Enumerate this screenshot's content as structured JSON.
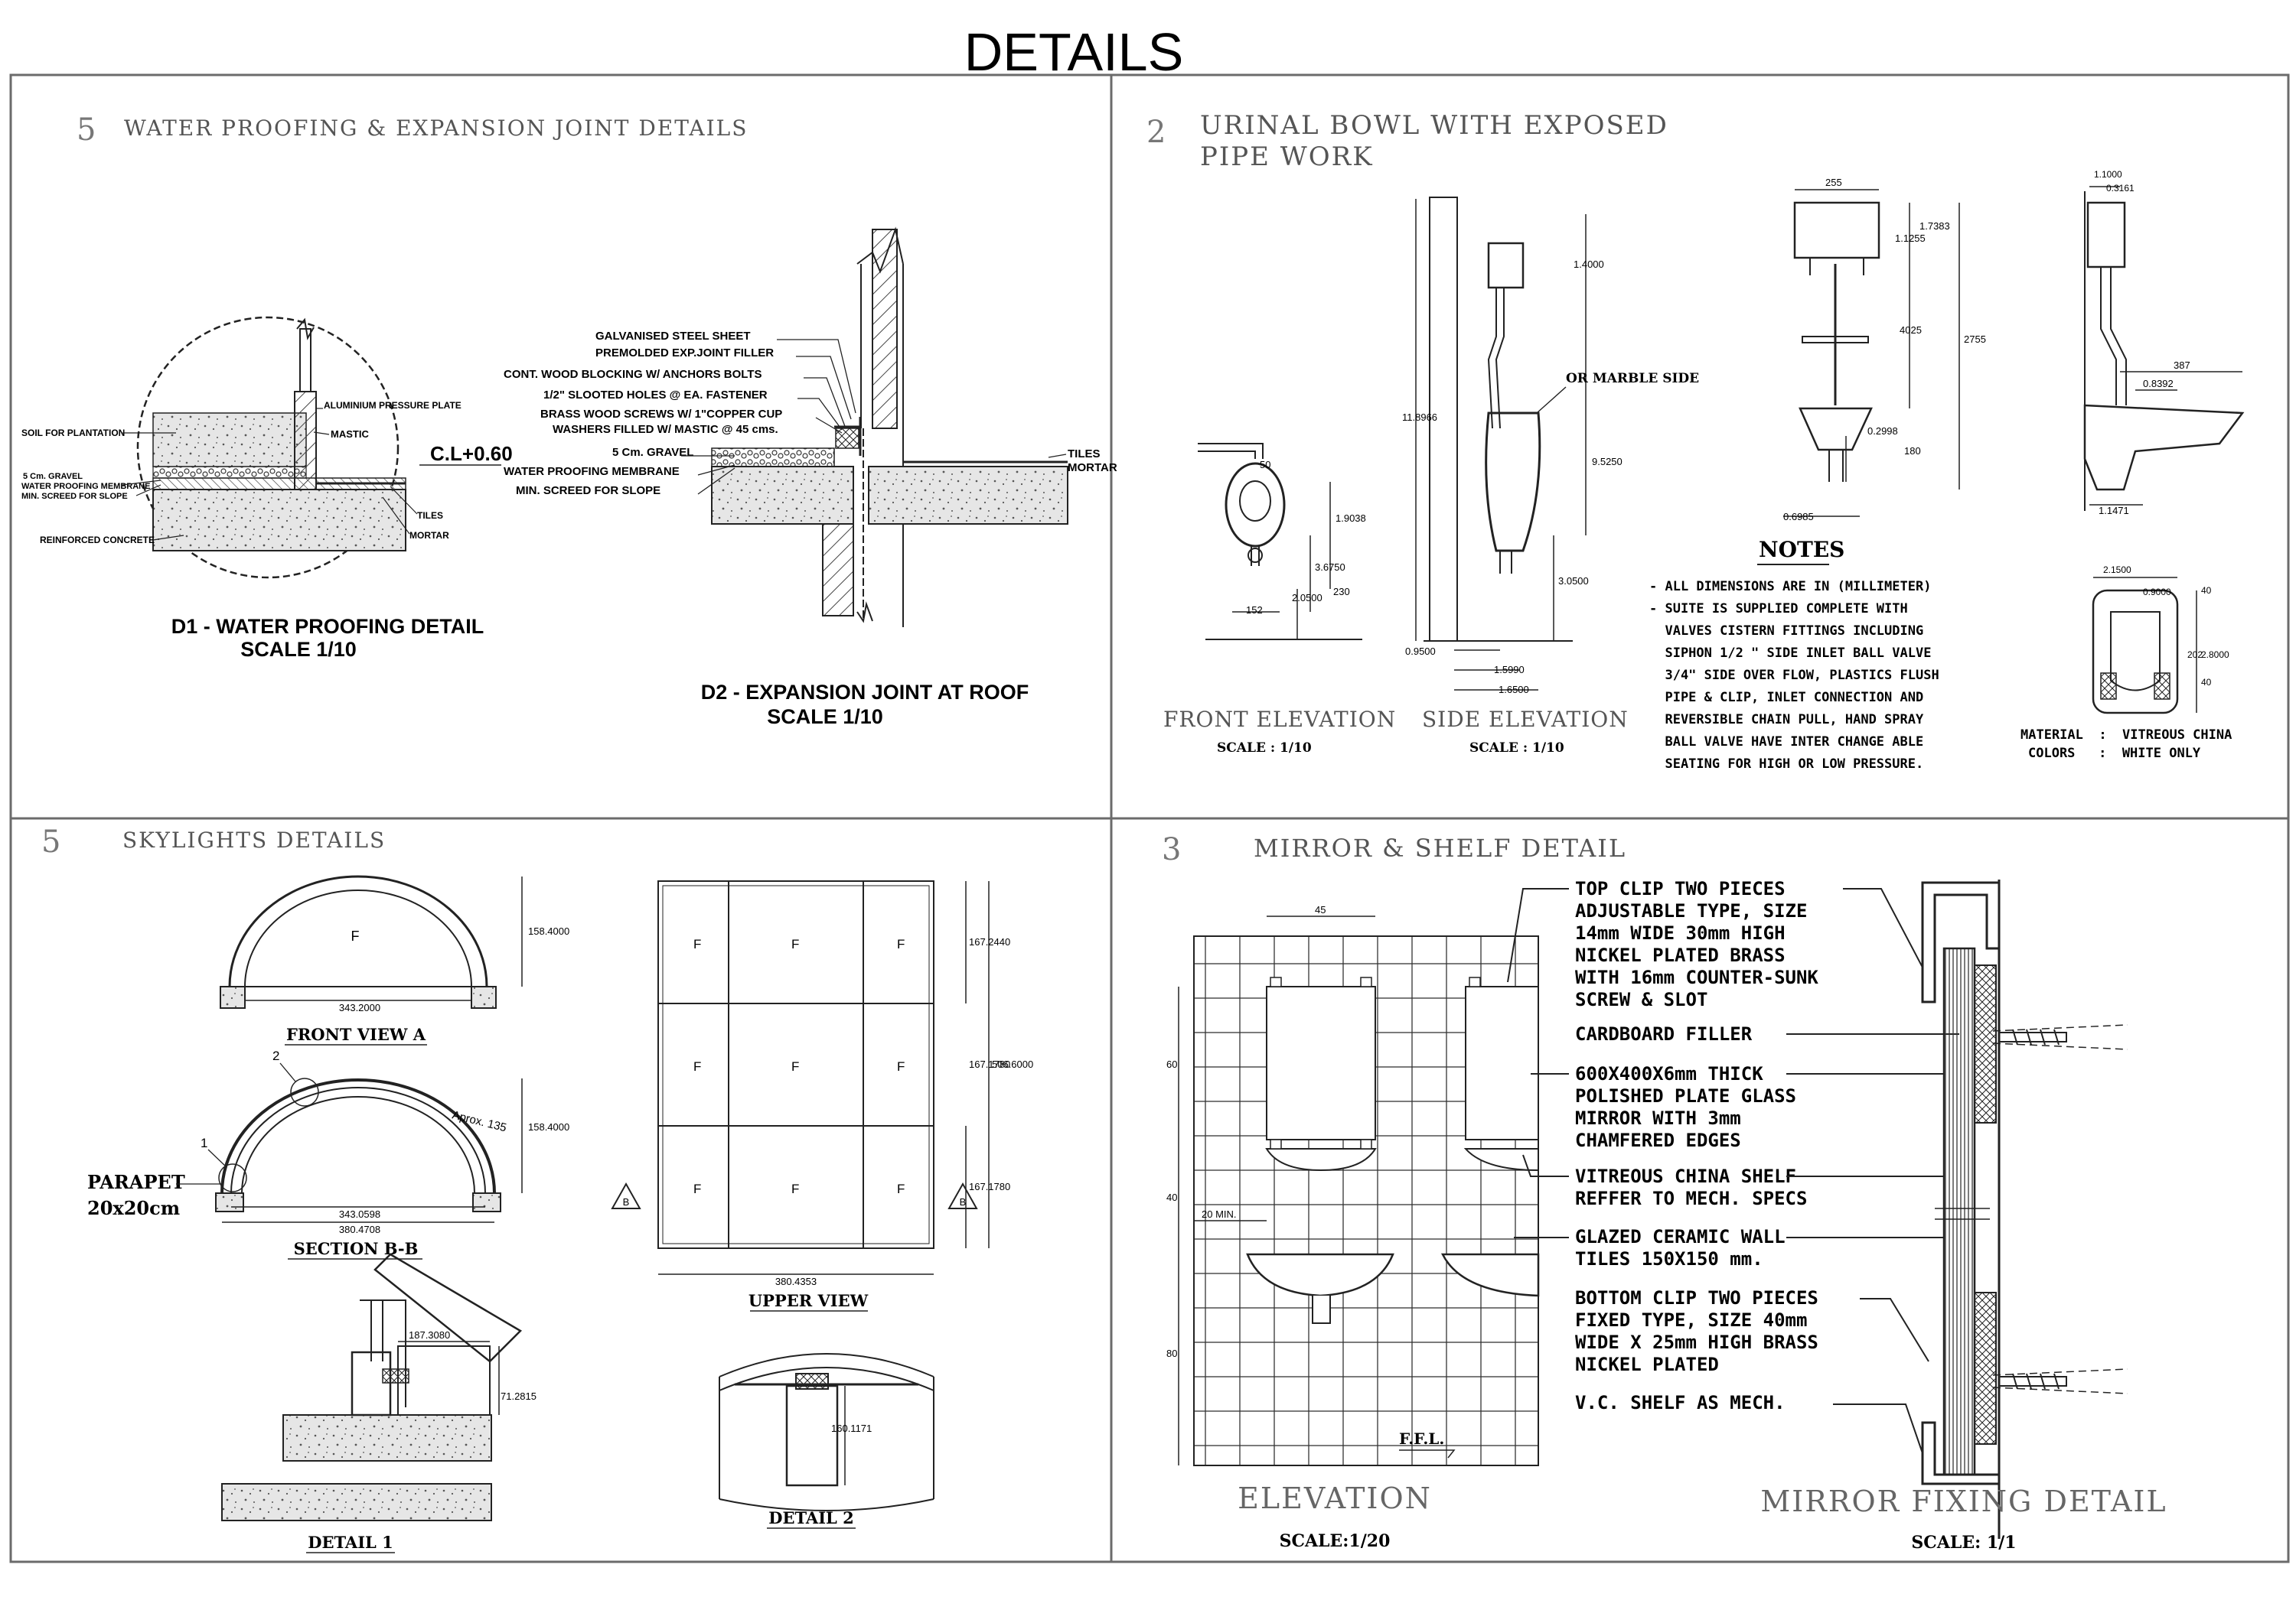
{
  "sheet": {
    "title": "DETAILS",
    "colors": {
      "ink": "#111111",
      "frame": "#6b6b6b",
      "hatch": "#444444",
      "concrete": "#d8d8d8",
      "paper": "#ffffff"
    }
  },
  "panel_waterproofing": {
    "number": "5",
    "title": "WATER PROOFING & EXPANSION JOINT DETAILS",
    "d1": {
      "labels": {
        "aluminium": "ALUMINIUM PRESSURE PLATE",
        "soil": "SOIL FOR PLANTATION",
        "mastic": "MASTIC",
        "cl": "C.L+0.60",
        "gravel": "5 Cm. GRAVEL",
        "membrane": "WATER PROOFING MEMBRANE",
        "screed": "MIN. SCREED FOR SLOPE",
        "tiles": "TILES",
        "mortar": "MORTAR",
        "concrete": "REINFORCED CONCRETE"
      },
      "caption": "D1 - WATER PROOFING DETAIL",
      "scale": "SCALE  1/10"
    },
    "d2": {
      "labels": {
        "steel": "GALVANISED STEEL SHEET",
        "filler": "PREMOLDED EXP.JOINT FILLER",
        "blocking": "CONT. WOOD BLOCKING W/ ANCHORS BOLTS",
        "holes": "1/2\" SLOOTED HOLES @ EA. FASTENER",
        "screws": "BRASS WOOD SCREWS W/ 1\"COPPER CUP",
        "washers": "WASHERS FILLED W/ MASTIC @ 45 cms.",
        "gravel": "5 Cm. GRAVEL",
        "membrane": "WATER PROOFING MEMBRANE",
        "screed": "MIN. SCREED FOR SLOPE",
        "tiles": "TILES",
        "mortar": "MORTAR"
      },
      "caption": "D2 - EXPANSION JOINT AT ROOF",
      "scale": "SCALE  1/10"
    }
  },
  "panel_urinal": {
    "number": "2",
    "title_line1": "URINAL BOWL WITH EXPOSED",
    "title_line2": "PIPE WORK",
    "front_elevation": {
      "label": "FRONT ELEVATION",
      "scale": "SCALE : 1/10",
      "dims": {
        "d50": "50",
        "d19038": "1.9038",
        "d36750": "3.6750",
        "d20500": "2.0500",
        "d230": "230",
        "d152": "152"
      }
    },
    "side_elevation": {
      "label": "SIDE ELEVATION",
      "scale": "SCALE : 1/10",
      "marble": "OR MARBLE SIDE",
      "dims": {
        "d14000": "1.4000",
        "d118966": "11.8966",
        "d95250": "9.5250",
        "d30500": "3.0500",
        "d09500": "0.9500",
        "d15990": "1.5990",
        "d16500": "1.6500"
      }
    },
    "cistern_front_dims": {
      "d255": "255",
      "d17383": "1.7383",
      "d11255": "1.1255",
      "d4025": "4025",
      "d2755": "2755",
      "d02998": "0.2998",
      "d180": "180",
      "d06985": "0.6985"
    },
    "cistern_side_dims": {
      "d11000": "1.1000",
      "d03161": "0.3161",
      "d387": "387",
      "d08392": "0.8392",
      "d11471": "1.1471"
    },
    "squat_dims": {
      "d21500": "2.1500",
      "d09000": "0.9000",
      "d40a": "40",
      "d202": "202",
      "d28000": "2.8000",
      "d40b": "40"
    },
    "notes": {
      "heading": "NOTES",
      "lines": [
        "- ALL DIMENSIONS ARE IN (MILLIMETER)",
        "- SUITE IS SUPPLIED COMPLETE WITH",
        "  VALVES CISTERN FITTINGS INCLUDING",
        "  SIPHON 1/2 \" SIDE INLET BALL VALVE",
        "  3/4\" SIDE OVER FLOW, PLASTICS FLUSH",
        "  PIPE & CLIP, INLET CONNECTION AND",
        "  REVERSIBLE CHAIN PULL, HAND SPRAY",
        "  BALL VALVE HAVE INTER CHANGE ABLE",
        "  SEATING FOR HIGH OR LOW PRESSURE."
      ]
    },
    "material": "MATERIAL  :  VITREOUS CHINA",
    "colors_note": "COLORS   :  WHITE ONLY"
  },
  "panel_skylight": {
    "number": "5",
    "title": "SKYLIGHTS DETAILS",
    "front_view": {
      "label": "FRONT VIEW  A",
      "f": "F",
      "d1584": "158.4000",
      "d3432": "343.2000"
    },
    "section": {
      "label": "SECTION  B-B",
      "parapet": "PARAPET",
      "parapet_size": "20x20cm",
      "approx": "Aprox. 135",
      "d1584": "158.4000",
      "d343": "343.0598",
      "d380": "380.4708",
      "c1": "1",
      "c2": "2"
    },
    "detail1": {
      "label": "DETAIL  1",
      "d187": "187.3080",
      "d71": "71.2815"
    },
    "upper_view": {
      "label": "UPPER VIEW",
      "f": "F",
      "d167a": "167.2440",
      "d167b": "167.1780",
      "d506": "506.6000",
      "d167c": "167.1780",
      "d380": "380.4353",
      "marker": "B"
    },
    "detail2": {
      "label": "DETAIL  2",
      "d160": "160.1171"
    }
  },
  "panel_mirror": {
    "number": "3",
    "title": "MIRROR & SHELF DETAIL",
    "elevation": {
      "label": "ELEVATION",
      "scale": "SCALE:1/20",
      "d45": "45",
      "d60": "60",
      "d40": "40",
      "d80": "80",
      "min": "20 MIN.",
      "ffl": "F.F.L."
    },
    "callouts": {
      "top_clip": [
        "TOP CLIP TWO PIECES",
        "ADJUSTABLE TYPE, SIZE",
        "14mm WIDE 30mm HIGH",
        "NICKEL PLATED BRASS",
        "WITH 16mm COUNTER-SUNK",
        "SCREW & SLOT"
      ],
      "cardboard": [
        "CARDBOARD FILLER"
      ],
      "glass": [
        "600X400X6mm THICK",
        "POLISHED PLATE GLASS",
        "MIRROR WITH 3mm",
        "CHAMFERED EDGES"
      ],
      "shelf": [
        "VITREOUS CHINA SHELF",
        "REFFER TO MECH. SPECS"
      ],
      "tiles": [
        "GLAZED CERAMIC WALL",
        "TILES 150X150 mm."
      ],
      "bottom_clip": [
        "BOTTOM CLIP TWO PIECES",
        "FIXED TYPE, SIZE 40mm",
        "WIDE X 25mm HIGH BRASS",
        "NICKEL PLATED"
      ],
      "vc_shelf": [
        "V.C. SHELF AS MECH."
      ]
    },
    "fixing": {
      "label": "MIRROR FIXING DETAIL",
      "scale": "SCALE:  1/1"
    }
  }
}
